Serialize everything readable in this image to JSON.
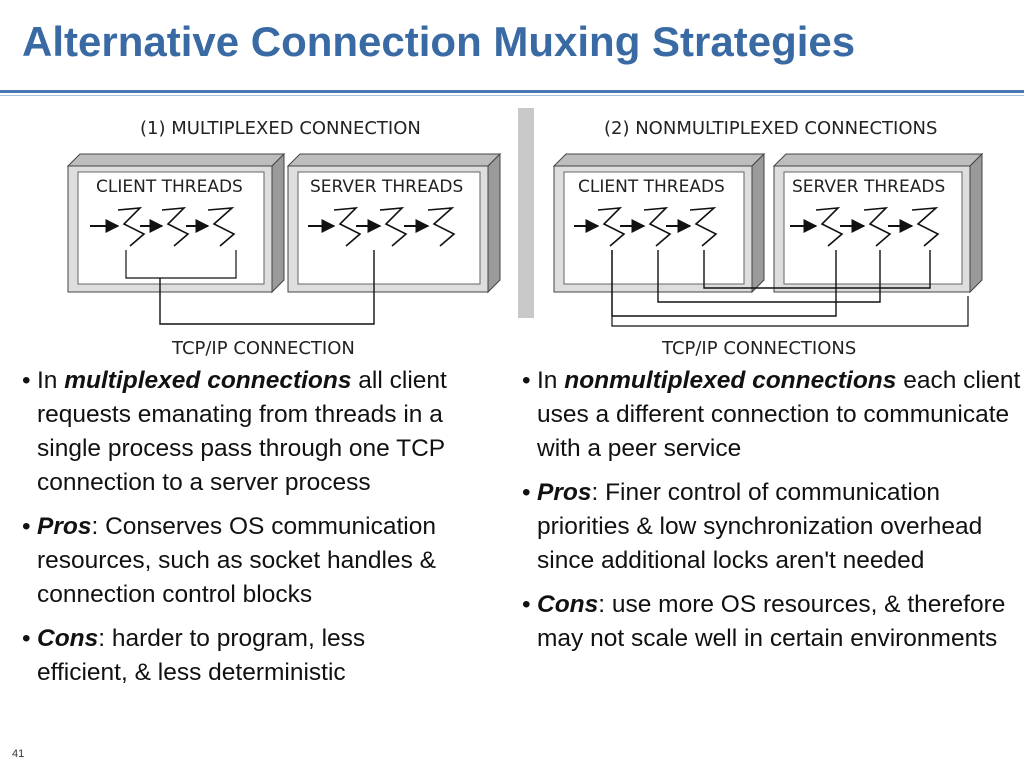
{
  "slide": {
    "title": "Alternative Connection Muxing Strategies",
    "page_number": "41"
  },
  "diagram": {
    "left": {
      "caption": "(1) MULTIPLEXED CONNECTION",
      "client_label": "CLIENT THREADS",
      "server_label": "SERVER THREADS",
      "connection_label": "TCP/IP CONNECTION"
    },
    "right": {
      "caption": "(2) NONMULTIPLEXED CONNECTIONS",
      "client_label": "CLIENT THREADS",
      "server_label": "SERVER THREADS",
      "connection_label": "TCP/IP CONNECTIONS"
    }
  },
  "left_column": {
    "b1_prefix": "In ",
    "b1_term": "multiplexed connections",
    "b1_text": " all client requests emanating from threads in a single process pass through one TCP connection to a server process",
    "b2_term": "Pros",
    "b2_text": ": Conserves OS communication resources, such as socket handles & connection control blocks",
    "b3_term": "Cons",
    "b3_text": ": harder to program, less efficient, & less deterministic"
  },
  "right_column": {
    "b1_prefix": "In ",
    "b1_term": "nonmultiplexed connections",
    "b1_text": " each client uses a different connection to communicate with a peer service",
    "b2_term": "Pros",
    "b2_text": ": Finer control of communication priorities & low synchronization overhead since additional locks aren't needed",
    "b3_term": "Cons",
    "b3_text": ": use more OS resources, & therefore may not scale well in certain environments"
  },
  "bullet_glyph": "•"
}
